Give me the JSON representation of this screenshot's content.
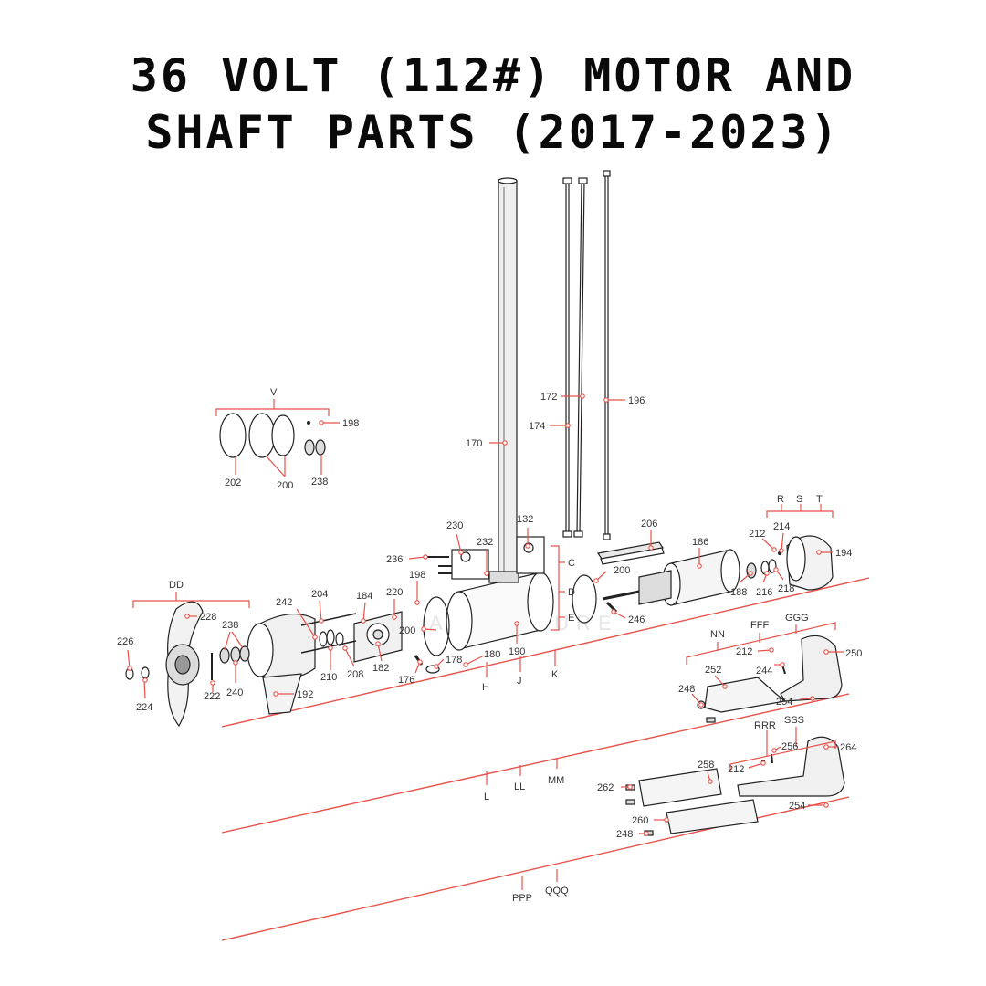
{
  "title": {
    "line1": "36 VOLT (112#) MOTOR AND",
    "line2": "SHAFT PARTS (2017-2023)"
  },
  "watermark": "ADVENTURE",
  "colors": {
    "leader": "#e8524a",
    "ink": "#222222",
    "title": "#0a0a0a"
  },
  "labels": {
    "V": "V",
    "p198a": "198",
    "p202": "202",
    "p200a": "200",
    "p238a": "238",
    "p170": "170",
    "p172": "172",
    "p174": "174",
    "p196": "196",
    "p230": "230",
    "p132": "132",
    "p236": "236",
    "p232": "232",
    "C": "C",
    "D": "D",
    "E": "E",
    "p206": "206",
    "p186": "186",
    "R": "R",
    "S": "S",
    "T": "T",
    "p212a": "212",
    "p214": "214",
    "p194": "194",
    "p200b": "200",
    "p246": "246",
    "p188": "188",
    "p216": "216",
    "p218": "218",
    "DD": "DD",
    "p228": "228",
    "p226": "226",
    "p224": "224",
    "p238b": "238",
    "p222": "222",
    "p240": "240",
    "p192": "192",
    "p242": "242",
    "p204": "204",
    "p184": "184",
    "p220": "220",
    "p198b": "198",
    "p200c": "200",
    "p210": "210",
    "p208": "208",
    "p182": "182",
    "p176": "176",
    "p178": "178",
    "p180": "180",
    "p190": "190",
    "H": "H",
    "J": "J",
    "K": "K",
    "NN": "NN",
    "FFF": "FFF",
    "GGG": "GGG",
    "p212b": "212",
    "p244": "244",
    "p250": "250",
    "p252": "252",
    "p248a": "248",
    "p254a": "254",
    "L": "L",
    "LL": "LL",
    "MM": "MM",
    "RRR": "RRR",
    "SSS": "SSS",
    "p256": "256",
    "p264": "264",
    "p212c": "212",
    "p258": "258",
    "p262": "262",
    "p254b": "254",
    "p260": "260",
    "p248b": "248",
    "PPP": "PPP",
    "QQQ": "QQQ"
  }
}
